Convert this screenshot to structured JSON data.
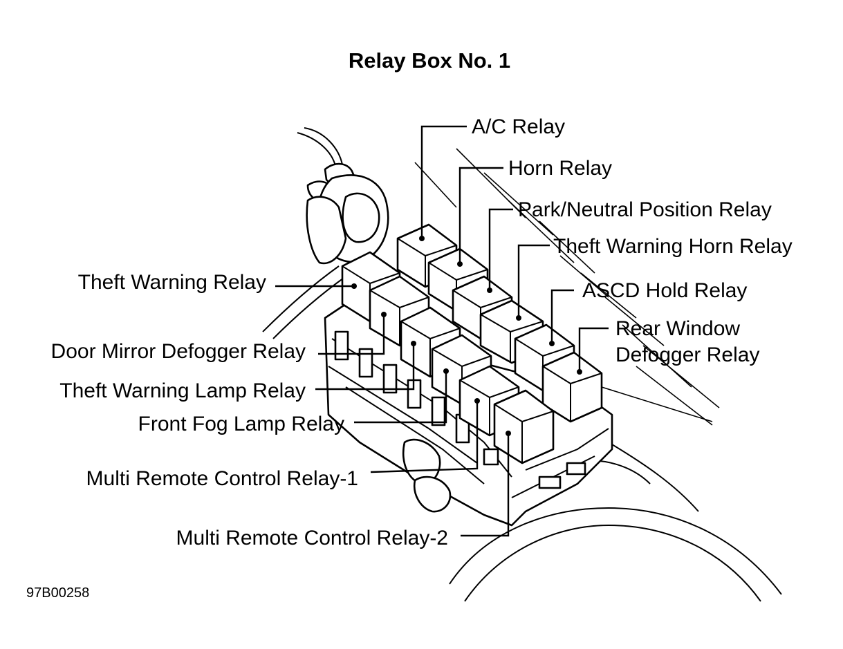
{
  "title": "Relay Box No. 1",
  "figure_code": "97B00258",
  "labels": {
    "ac_relay": "A/C Relay",
    "horn_relay": "Horn Relay",
    "park_neutral_relay": "Park/Neutral Position Relay",
    "theft_warning_horn_relay": "Theft Warning Horn Relay",
    "ascd_hold_relay": "ASCD Hold Relay",
    "rear_window_defogger_relay_1": "Rear Window",
    "rear_window_defogger_relay_2": "Defogger Relay",
    "theft_warning_relay": "Theft Warning Relay",
    "door_mirror_defogger_relay": "Door Mirror Defogger Relay",
    "theft_warning_lamp_relay": "Theft Warning Lamp Relay",
    "front_fog_lamp_relay": "Front Fog Lamp Relay",
    "multi_remote_control_relay_1": "Multi Remote Control Relay-1",
    "multi_remote_control_relay_2": "Multi Remote Control Relay-2"
  }
}
